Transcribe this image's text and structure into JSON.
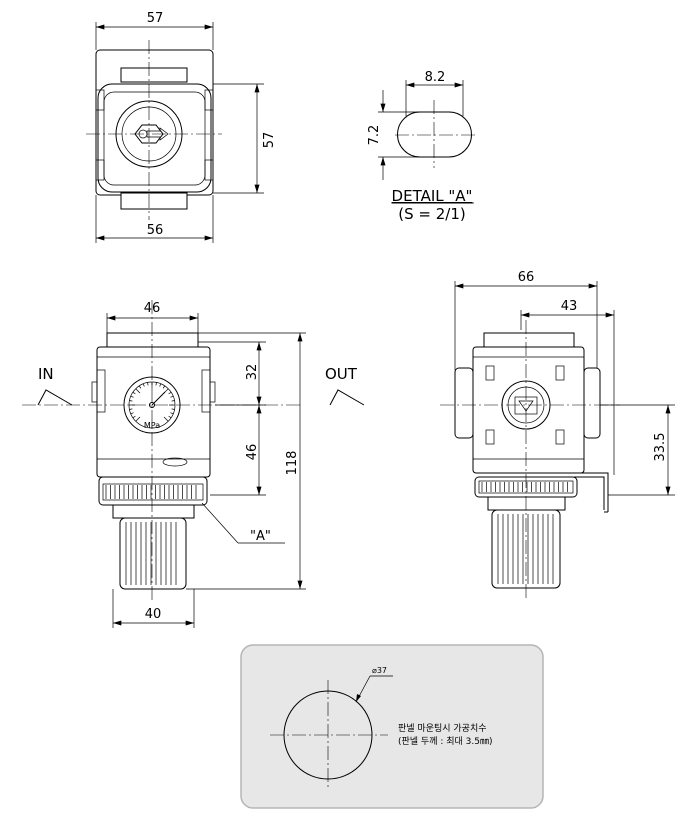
{
  "top_view": {
    "width_top": "57",
    "height_right": "57",
    "width_bottom": "56"
  },
  "detail": {
    "width": "8.2",
    "height": "7.2",
    "title": "DETAIL \"A\"",
    "scale": "(S = 2/1)"
  },
  "front_view": {
    "width_top": "46",
    "upper": "32",
    "lower": "46",
    "total": "118",
    "bottom": "40",
    "in_label": "IN",
    "out_label": "OUT",
    "callout": "\"A\""
  },
  "side_view": {
    "width_66": "66",
    "width_43": "43",
    "height_335": "33.5"
  },
  "panel": {
    "diameter": "⌀37",
    "note_line1": "판넬 마운팅시 가공치수",
    "note_line2": "(판넬 두께 : 최대 3.5㎜)"
  },
  "gauge": {
    "unit": "MPa"
  }
}
